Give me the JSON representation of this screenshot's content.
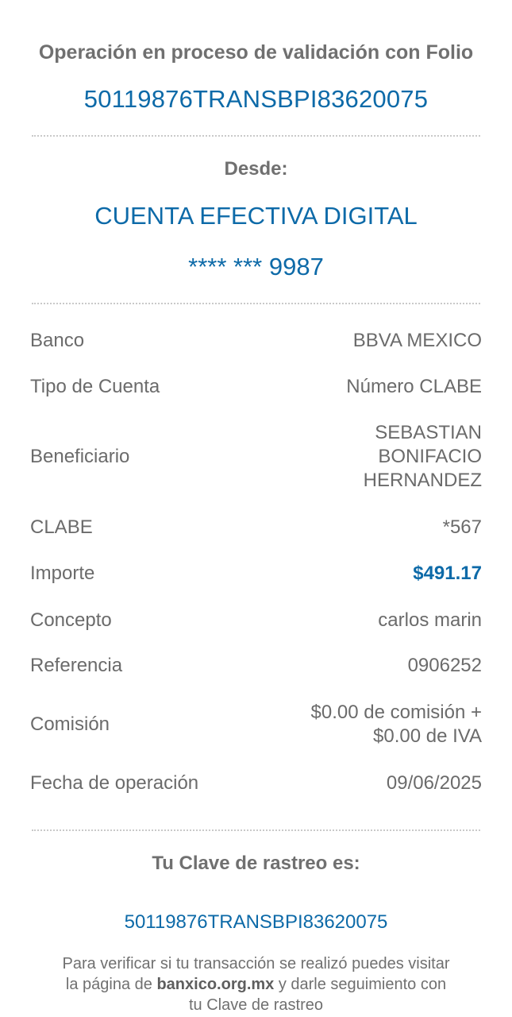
{
  "header": {
    "title": "Operación en proceso de validación con Folio",
    "folio": "50119876TRANSBPI83620075"
  },
  "source": {
    "label": "Desde:",
    "account_name": "CUENTA EFECTIVA DIGITAL",
    "account_masked": "**** *** 9987"
  },
  "details": [
    {
      "label": "Banco",
      "value": "BBVA MEXICO"
    },
    {
      "label": "Tipo de Cuenta",
      "value": "Número CLABE"
    },
    {
      "label": "Beneficiario",
      "value_lines": [
        "SEBASTIAN",
        "BONIFACIO",
        "HERNANDEZ"
      ]
    },
    {
      "label": "CLABE",
      "value": "*567"
    },
    {
      "label": "Importe",
      "value": "$491.17"
    },
    {
      "label": "Concepto",
      "value": "carlos marin"
    },
    {
      "label": "Referencia",
      "value": "0906252"
    },
    {
      "label": "Comisión",
      "value_lines": [
        "$0.00 de comisión +",
        "$0.00 de IVA"
      ]
    },
    {
      "label": "Fecha de operación",
      "value": "09/06/2025"
    }
  ],
  "tracking": {
    "label": "Tu Clave de rastreo es:",
    "code": "50119876TRANSBPI83620075"
  },
  "note": {
    "part1": "Para verificar si tu transacción se realizó puedes visitar la página de ",
    "link": "banxico.org.mx",
    "part2": " y darle seguimiento con tu Clave de rastreo"
  },
  "colors": {
    "accent": "#0d6aa8",
    "text": "#6b6b6b"
  }
}
